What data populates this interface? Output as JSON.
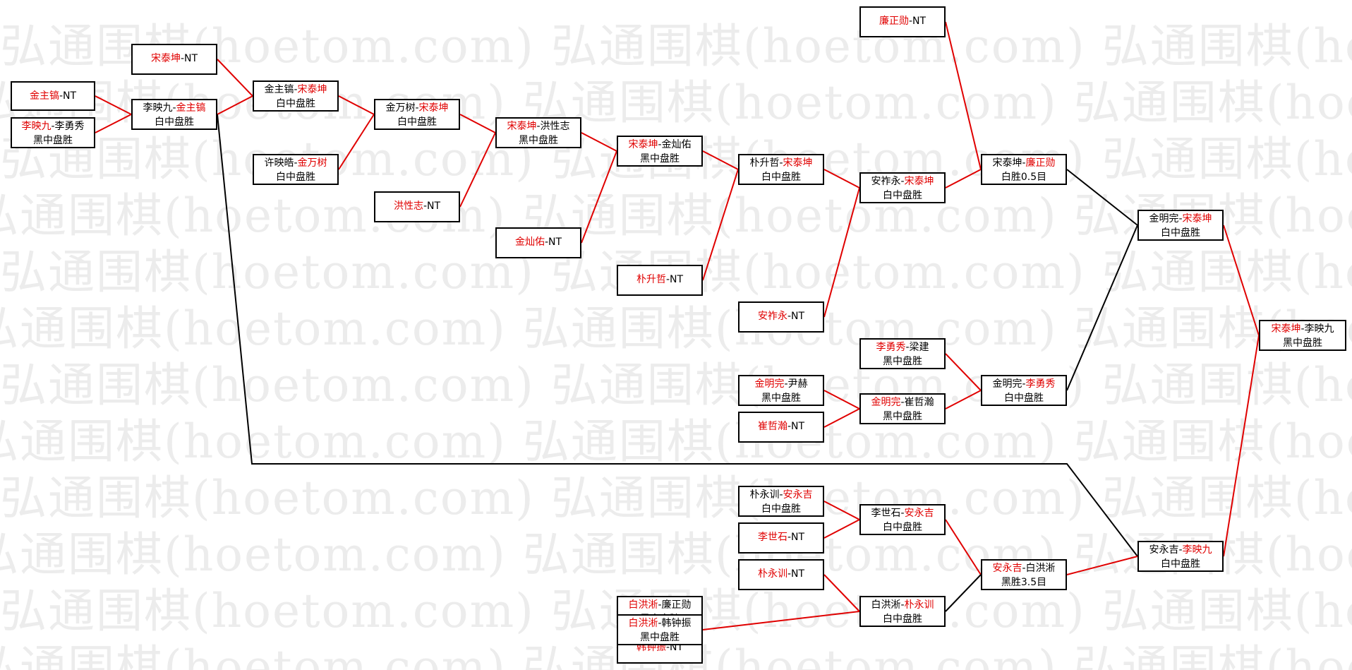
{
  "watermark": {
    "text": "弘通围棋(hoetom.com)"
  },
  "colors": {
    "winner": "#e00000",
    "win_line": "#e00000",
    "loss_line": "#000000",
    "border": "#000000"
  },
  "nodes": [
    {
      "id": "n1",
      "p1": "金主镐",
      "p2": "NT",
      "winner": 1,
      "result": ""
    },
    {
      "id": "n2",
      "p1": "李映九",
      "p2": "李勇秀",
      "winner": 1,
      "result": "黑中盘胜"
    },
    {
      "id": "n3",
      "p1": "宋泰坤",
      "p2": "NT",
      "winner": 1,
      "result": ""
    },
    {
      "id": "n4",
      "p1": "李映九",
      "p2": "金主镐",
      "winner": 2,
      "result": "白中盘胜"
    },
    {
      "id": "n5",
      "p1": "金主镐",
      "p2": "宋泰坤",
      "winner": 2,
      "result": "白中盘胜"
    },
    {
      "id": "n6",
      "p1": "许映皓",
      "p2": "金万树",
      "winner": 2,
      "result": "白中盘胜"
    },
    {
      "id": "n7",
      "p1": "金万树",
      "p2": "宋泰坤",
      "winner": 2,
      "result": "白中盘胜"
    },
    {
      "id": "n8",
      "p1": "洪性志",
      "p2": "NT",
      "winner": 1,
      "result": ""
    },
    {
      "id": "n9",
      "p1": "宋泰坤",
      "p2": "洪性志",
      "winner": 1,
      "result": "黑中盘胜"
    },
    {
      "id": "n10",
      "p1": "金灿佑",
      "p2": "NT",
      "winner": 1,
      "result": ""
    },
    {
      "id": "n11",
      "p1": "宋泰坤",
      "p2": "金灿佑",
      "winner": 1,
      "result": "黑中盘胜"
    },
    {
      "id": "n12",
      "p1": "朴升哲",
      "p2": "NT",
      "winner": 1,
      "result": ""
    },
    {
      "id": "n13",
      "p1": "朴升哲",
      "p2": "宋泰坤",
      "winner": 2,
      "result": "白中盘胜"
    },
    {
      "id": "n14",
      "p1": "安祚永",
      "p2": "NT",
      "winner": 1,
      "result": ""
    },
    {
      "id": "n15",
      "p1": "安祚永",
      "p2": "宋泰坤",
      "winner": 2,
      "result": "白中盘胜"
    },
    {
      "id": "n16",
      "p1": "廉正勋",
      "p2": "NT",
      "winner": 1,
      "result": ""
    },
    {
      "id": "n17",
      "p1": "宋泰坤",
      "p2": "廉正勋",
      "winner": 2,
      "result": "白胜0.5目"
    },
    {
      "id": "n18",
      "p1": "李勇秀",
      "p2": "梁建",
      "winner": 1,
      "result": "黑中盘胜"
    },
    {
      "id": "n19",
      "p1": "金明完",
      "p2": "尹赫",
      "winner": 1,
      "result": "黑中盘胜"
    },
    {
      "id": "n20",
      "p1": "崔哲瀚",
      "p2": "NT",
      "winner": 1,
      "result": ""
    },
    {
      "id": "n21",
      "p1": "金明完",
      "p2": "崔哲瀚",
      "winner": 1,
      "result": "黑中盘胜"
    },
    {
      "id": "n22",
      "p1": "金明完",
      "p2": "李勇秀",
      "winner": 2,
      "result": "白中盘胜"
    },
    {
      "id": "n23",
      "p1": "金明完",
      "p2": "宋泰坤",
      "winner": 2,
      "result": "白中盘胜"
    },
    {
      "id": "n24",
      "p1": "宋泰坤",
      "p2": "李映九",
      "winner": 1,
      "result": "黑中盘胜"
    },
    {
      "id": "n25",
      "p1": "朴永训",
      "p2": "安永吉",
      "winner": 2,
      "result": "白中盘胜"
    },
    {
      "id": "n26",
      "p1": "李世石",
      "p2": "NT",
      "winner": 1,
      "result": ""
    },
    {
      "id": "n27",
      "p1": "李世石",
      "p2": "安永吉",
      "winner": 2,
      "result": "白中盘胜"
    },
    {
      "id": "n28",
      "p1": "朴永训",
      "p2": "NT",
      "winner": 1,
      "result": ""
    },
    {
      "id": "n29",
      "p1": "白洪淅",
      "p2": "廉正勋",
      "winner": 1,
      "result": "黑中盘胜"
    },
    {
      "id": "n30",
      "p1": "韩钟振",
      "p2": "NT",
      "winner": 1,
      "result": ""
    },
    {
      "id": "n31",
      "p1": "白洪淅",
      "p2": "韩钟振",
      "winner": 1,
      "result": "黑中盘胜"
    },
    {
      "id": "n32",
      "p1": "白洪淅",
      "p2": "朴永训",
      "winner": 2,
      "result": "白中盘胜"
    },
    {
      "id": "n33",
      "p1": "安永吉",
      "p2": "白洪淅",
      "winner": 1,
      "result": "黑胜3.5目"
    },
    {
      "id": "n34",
      "p1": "安永吉",
      "p2": "李映九",
      "winner": 2,
      "result": "白中盘胜"
    }
  ],
  "links": [
    {
      "from": "n1",
      "to": "n4",
      "win": true
    },
    {
      "from": "n2",
      "to": "n4",
      "win": true
    },
    {
      "from": "n3",
      "to": "n5",
      "win": true
    },
    {
      "from": "n4",
      "to": "n5",
      "win": true
    },
    {
      "from": "n4",
      "to": "n34",
      "win": false
    },
    {
      "from": "n5",
      "to": "n7",
      "win": true
    },
    {
      "from": "n6",
      "to": "n7",
      "win": true
    },
    {
      "from": "n7",
      "to": "n9",
      "win": true
    },
    {
      "from": "n8",
      "to": "n9",
      "win": true
    },
    {
      "from": "n9",
      "to": "n11",
      "win": true
    },
    {
      "from": "n10",
      "to": "n11",
      "win": true
    },
    {
      "from": "n11",
      "to": "n13",
      "win": true
    },
    {
      "from": "n12",
      "to": "n13",
      "win": true
    },
    {
      "from": "n13",
      "to": "n15",
      "win": true
    },
    {
      "from": "n14",
      "to": "n15",
      "win": true
    },
    {
      "from": "n15",
      "to": "n17",
      "win": true
    },
    {
      "from": "n16",
      "to": "n17",
      "win": true
    },
    {
      "from": "n17",
      "to": "n23",
      "win": false
    },
    {
      "from": "n18",
      "to": "n22",
      "win": true
    },
    {
      "from": "n19",
      "to": "n21",
      "win": true
    },
    {
      "from": "n20",
      "to": "n21",
      "win": true
    },
    {
      "from": "n21",
      "to": "n22",
      "win": true
    },
    {
      "from": "n22",
      "to": "n23",
      "win": false
    },
    {
      "from": "n23",
      "to": "n24",
      "win": true
    },
    {
      "from": "n25",
      "to": "n27",
      "win": true
    },
    {
      "from": "n26",
      "to": "n27",
      "win": true
    },
    {
      "from": "n27",
      "to": "n33",
      "win": true
    },
    {
      "from": "n28",
      "to": "n32",
      "win": true
    },
    {
      "from": "n29",
      "to": "n31",
      "win": true
    },
    {
      "from": "n30",
      "to": "n31",
      "win": true
    },
    {
      "from": "n31",
      "to": "n32",
      "win": true
    },
    {
      "from": "n32",
      "to": "n33",
      "win": false
    },
    {
      "from": "n33",
      "to": "n34",
      "win": true
    },
    {
      "from": "n34",
      "to": "n24",
      "win": true
    }
  ]
}
